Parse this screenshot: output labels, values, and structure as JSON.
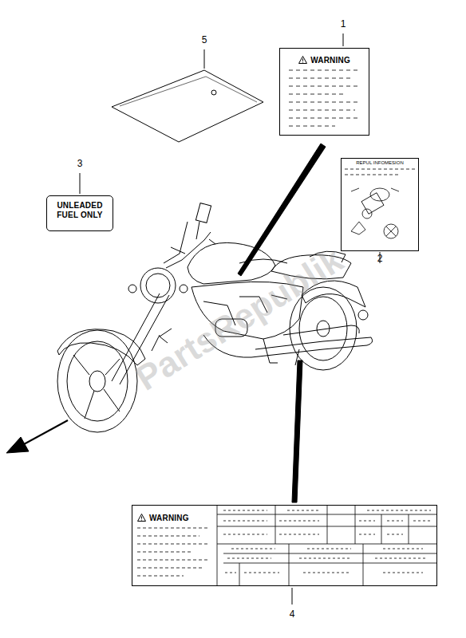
{
  "diagram": {
    "nodes": [
      {
        "text": [
          "WARNING"
        ]
      },
      {
        "text": [
          "REPUL INFOMESION"
        ]
      },
      {
        "text": [
          "UNLEADED FUEL ONLY"
        ]
      },
      {
        "text": [
          "WARNING"
        ]
      }
    ],
    "labels": [
      "1",
      "2",
      "3",
      "4",
      "5",
      "PartsRepublik"
    ]
  }
}
